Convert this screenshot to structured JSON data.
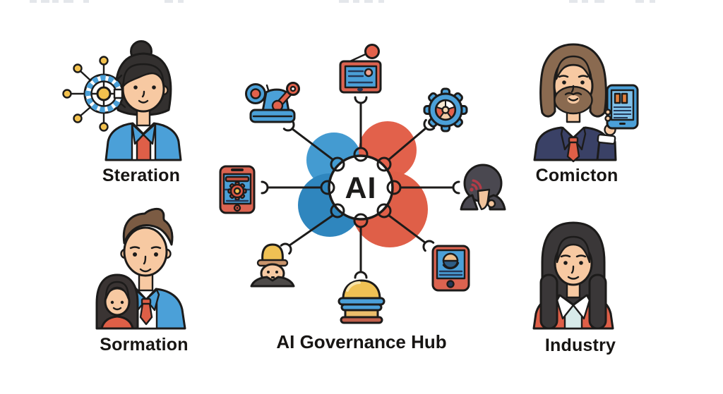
{
  "hub": {
    "center_label": "AI",
    "caption": "AI Governance Hub",
    "spoke_icons": [
      {
        "icon": "monitor-antenna-icon",
        "position": "top"
      },
      {
        "icon": "machine-arm-icon",
        "position": "top-left"
      },
      {
        "icon": "gear-icon",
        "position": "top-right"
      },
      {
        "icon": "smartphone-gear-icon",
        "position": "left"
      },
      {
        "icon": "ai-mind-icon",
        "position": "right"
      },
      {
        "icon": "worker-hardhat-icon",
        "position": "bottom-left"
      },
      {
        "icon": "tablet-chart-icon",
        "position": "bottom-right"
      },
      {
        "icon": "government-dome-icon",
        "position": "bottom"
      }
    ]
  },
  "personas": [
    {
      "id": "steration",
      "label": "Steration",
      "position": "top-left",
      "figure": "woman-with-network-wheel-icon"
    },
    {
      "id": "comicton",
      "label": "Comicton",
      "position": "top-right",
      "figure": "bearded-man-holding-tablet-icon"
    },
    {
      "id": "sormation",
      "label": "Sormation",
      "position": "bottom-left",
      "figure": "man-with-child"
    },
    {
      "id": "industry",
      "label": "Industry",
      "position": "bottom-right",
      "figure": "woman-in-red-blazer"
    }
  ],
  "colors": {
    "background": "#ffffff",
    "outline": "#1c1b1a",
    "blob_blue_light": "#449BD1",
    "blob_blue_dark": "#2F86BE",
    "blob_red": "#E0604A",
    "icon_blue": "#4BA0D8",
    "icon_red": "#DB6350",
    "accent_yellow": "#F2C14E",
    "skin": "#F7C9A2",
    "suit_navy": "#3A4166",
    "dark_gray": "#4A4850",
    "hair_dark": "#33302F",
    "hair_brown": "#8A6A50",
    "pale_blue": "#D8EBEA"
  }
}
